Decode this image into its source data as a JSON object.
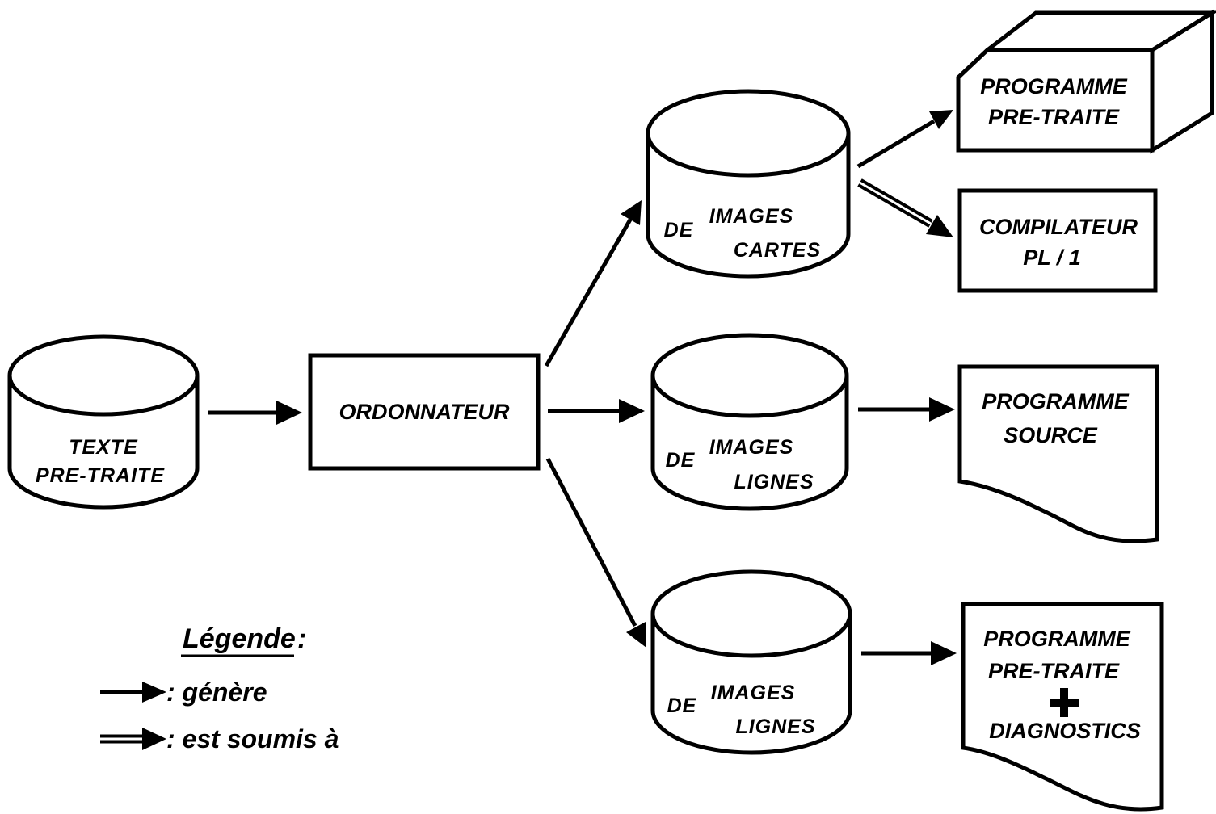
{
  "nodes": {
    "texte_pretraite": {
      "line1": "TEXTE",
      "line2": "PRE-TRAITE"
    },
    "ordonnateur": {
      "label": "ORDONNATEUR"
    },
    "images_cartes": {
      "line1": "IMAGES",
      "line2_a": "DE",
      "line2_b": "CARTES"
    },
    "images_lignes_1": {
      "line1": "IMAGES",
      "line2_a": "DE",
      "line2_b": "LIGNES"
    },
    "images_lignes_2": {
      "line1": "IMAGES",
      "line2_a": "DE",
      "line2_b": "LIGNES"
    },
    "programme_pretraite_card": {
      "line1": "PROGRAMME",
      "line2": "PRE-TRAITE"
    },
    "compilateur": {
      "line1": "COMPILATEUR",
      "line2": "PL / 1"
    },
    "programme_source": {
      "line1": "PROGRAMME",
      "line2": "SOURCE"
    },
    "programme_diagnostics": {
      "line1": "PROGRAMME",
      "line2": "PRE-TRAITE",
      "plus": "+",
      "line3": "DIAGNOSTICS"
    }
  },
  "edges": [
    {
      "from": "texte_pretraite",
      "to": "ordonnateur",
      "type": "génère"
    },
    {
      "from": "ordonnateur",
      "to": "images_cartes",
      "type": "génère"
    },
    {
      "from": "ordonnateur",
      "to": "images_lignes_1",
      "type": "génère"
    },
    {
      "from": "ordonnateur",
      "to": "images_lignes_2",
      "type": "génère"
    },
    {
      "from": "images_cartes",
      "to": "programme_pretraite_card",
      "type": "génère"
    },
    {
      "from": "images_cartes",
      "to": "compilateur",
      "type": "est soumis à"
    },
    {
      "from": "images_lignes_1",
      "to": "programme_source",
      "type": "génère"
    },
    {
      "from": "images_lignes_2",
      "to": "programme_diagnostics",
      "type": "génère"
    }
  ],
  "legend": {
    "title": "Légende",
    "colon": ":",
    "genere": ": génère",
    "soumis": ": est soumis à"
  }
}
